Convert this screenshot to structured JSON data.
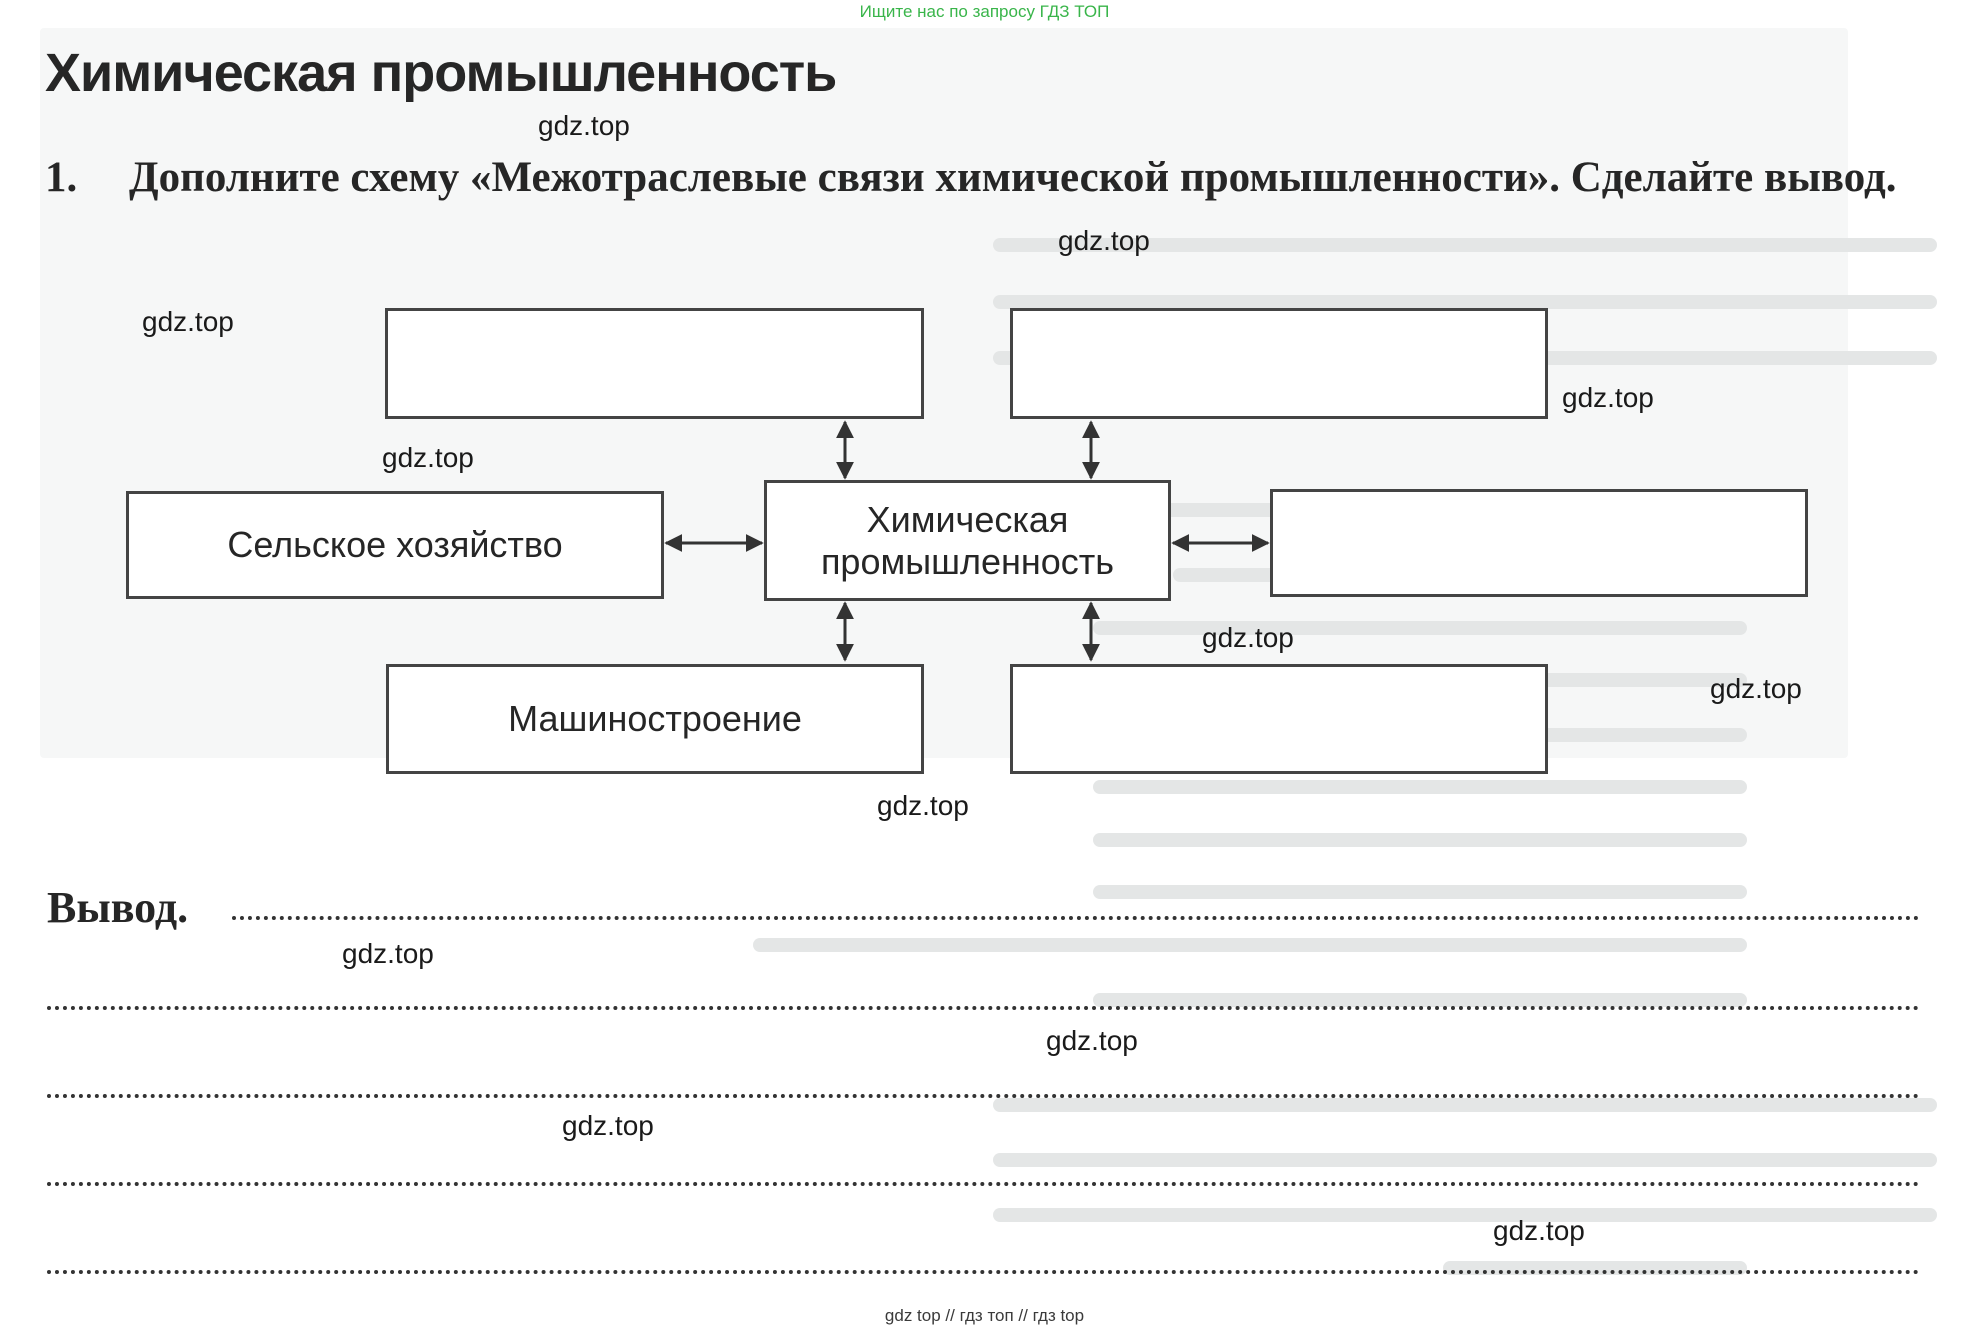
{
  "header": {
    "banner": "Ищите нас по запросу ГДЗ ТОП"
  },
  "page": {
    "title": "Химическая промышленность"
  },
  "task": {
    "number": "1.",
    "text": "Дополните схему «Межотраслевые связи химической промышленности». Сделайте вывод."
  },
  "diagram": {
    "center": "Химическая промышленность",
    "agriculture": "Сельское хозяйство",
    "machinery": "Машиностроение",
    "empty_top_left": "",
    "empty_top_right": "",
    "empty_right": "",
    "empty_bottom_right": ""
  },
  "conclusion": {
    "label": "Вывод."
  },
  "watermark": {
    "text": "gdz.top"
  },
  "footer": {
    "text": "gdz top  //  гдз топ  //  гдз top"
  },
  "colors": {
    "banner": "#39b54a",
    "ink": "#262626",
    "box_border": "#444444"
  }
}
